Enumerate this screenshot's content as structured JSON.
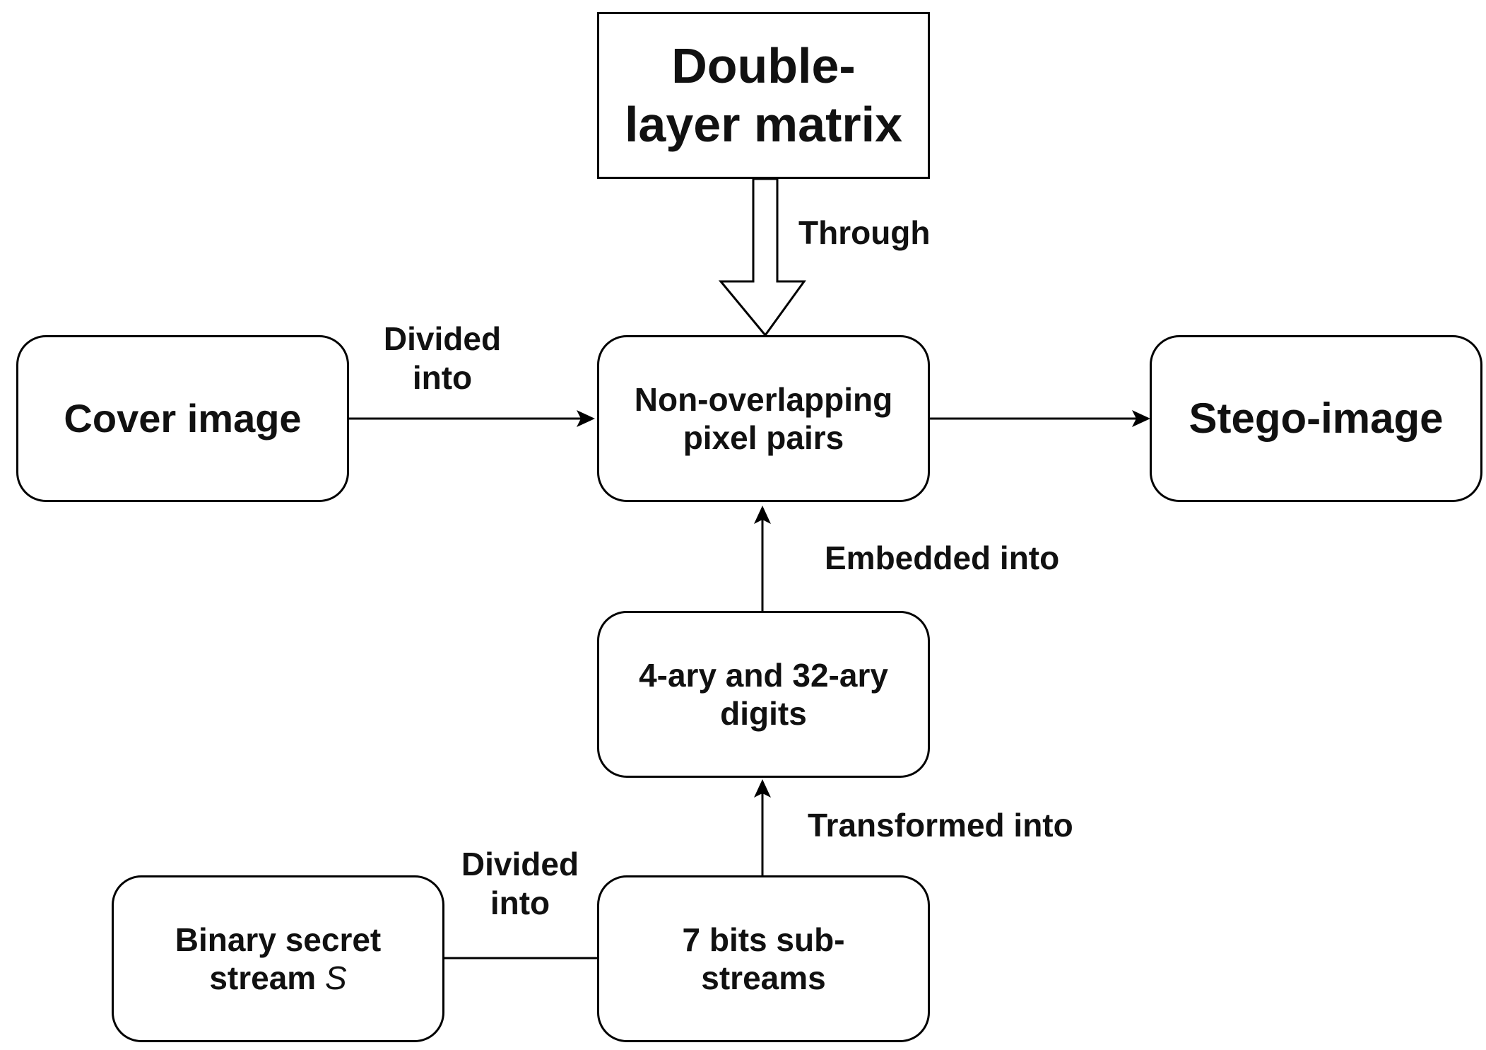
{
  "nodes": {
    "double_layer_matrix": "Double-\nlayer matrix",
    "cover_image": "Cover image",
    "pixel_pairs": "Non-overlapping\npixel pairs",
    "stego_image": "Stego-image",
    "digits": "4-ary and 32-ary\ndigits",
    "sub_streams": "7 bits sub-\nstreams",
    "binary_secret_stream": "Binary secret\nstream ",
    "binary_secret_stream_var": "S"
  },
  "edges": {
    "through": "Through",
    "divided_into_cover": "Divided\ninto",
    "embedded_into": "Embedded into",
    "transformed_into": "Transformed into",
    "divided_into_secret": "Divided\ninto"
  }
}
